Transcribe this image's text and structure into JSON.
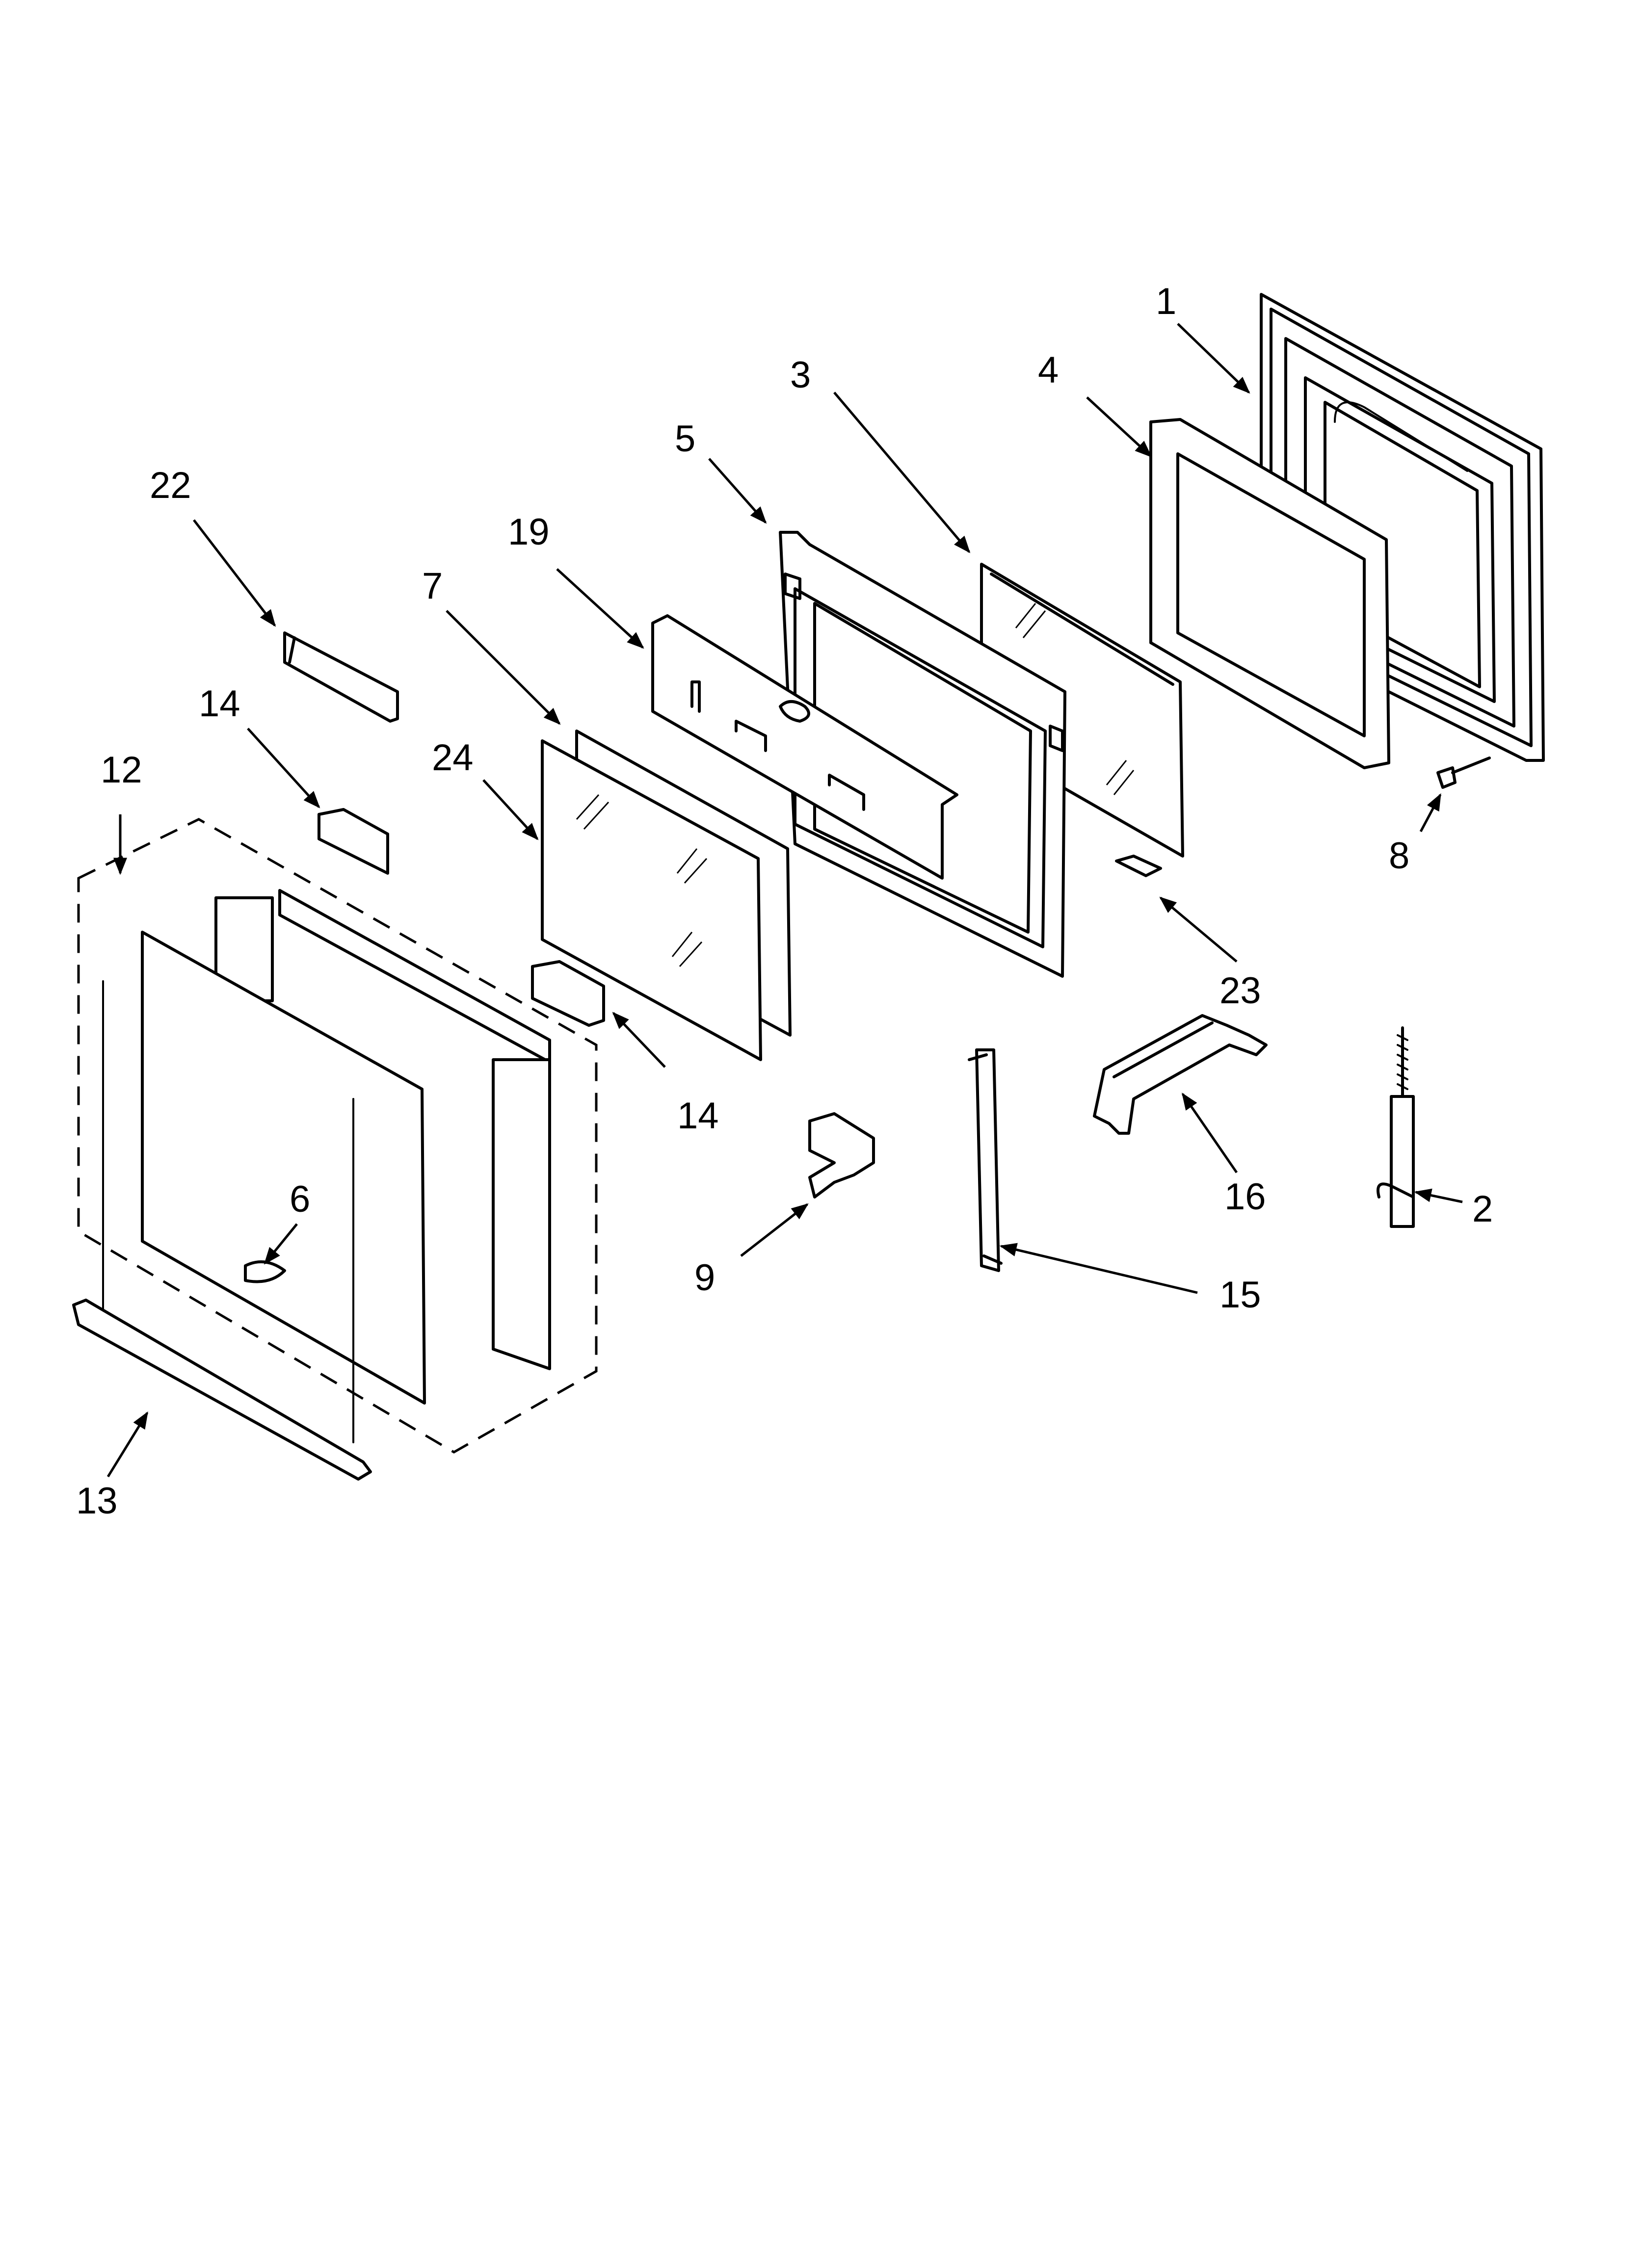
{
  "diagram": {
    "callouts": [
      {
        "id": "c1",
        "label": "1"
      },
      {
        "id": "c2",
        "label": "2"
      },
      {
        "id": "c3",
        "label": "3"
      },
      {
        "id": "c4",
        "label": "4"
      },
      {
        "id": "c5",
        "label": "5"
      },
      {
        "id": "c6",
        "label": "6"
      },
      {
        "id": "c7",
        "label": "7"
      },
      {
        "id": "c8",
        "label": "8"
      },
      {
        "id": "c9",
        "label": "9"
      },
      {
        "id": "c12",
        "label": "12"
      },
      {
        "id": "c13",
        "label": "13"
      },
      {
        "id": "c14a",
        "label": "14"
      },
      {
        "id": "c14b",
        "label": "14"
      },
      {
        "id": "c15",
        "label": "15"
      },
      {
        "id": "c16",
        "label": "16"
      },
      {
        "id": "c19",
        "label": "19"
      },
      {
        "id": "c22",
        "label": "22"
      },
      {
        "id": "c23",
        "label": "23"
      },
      {
        "id": "c24",
        "label": "24"
      }
    ]
  }
}
